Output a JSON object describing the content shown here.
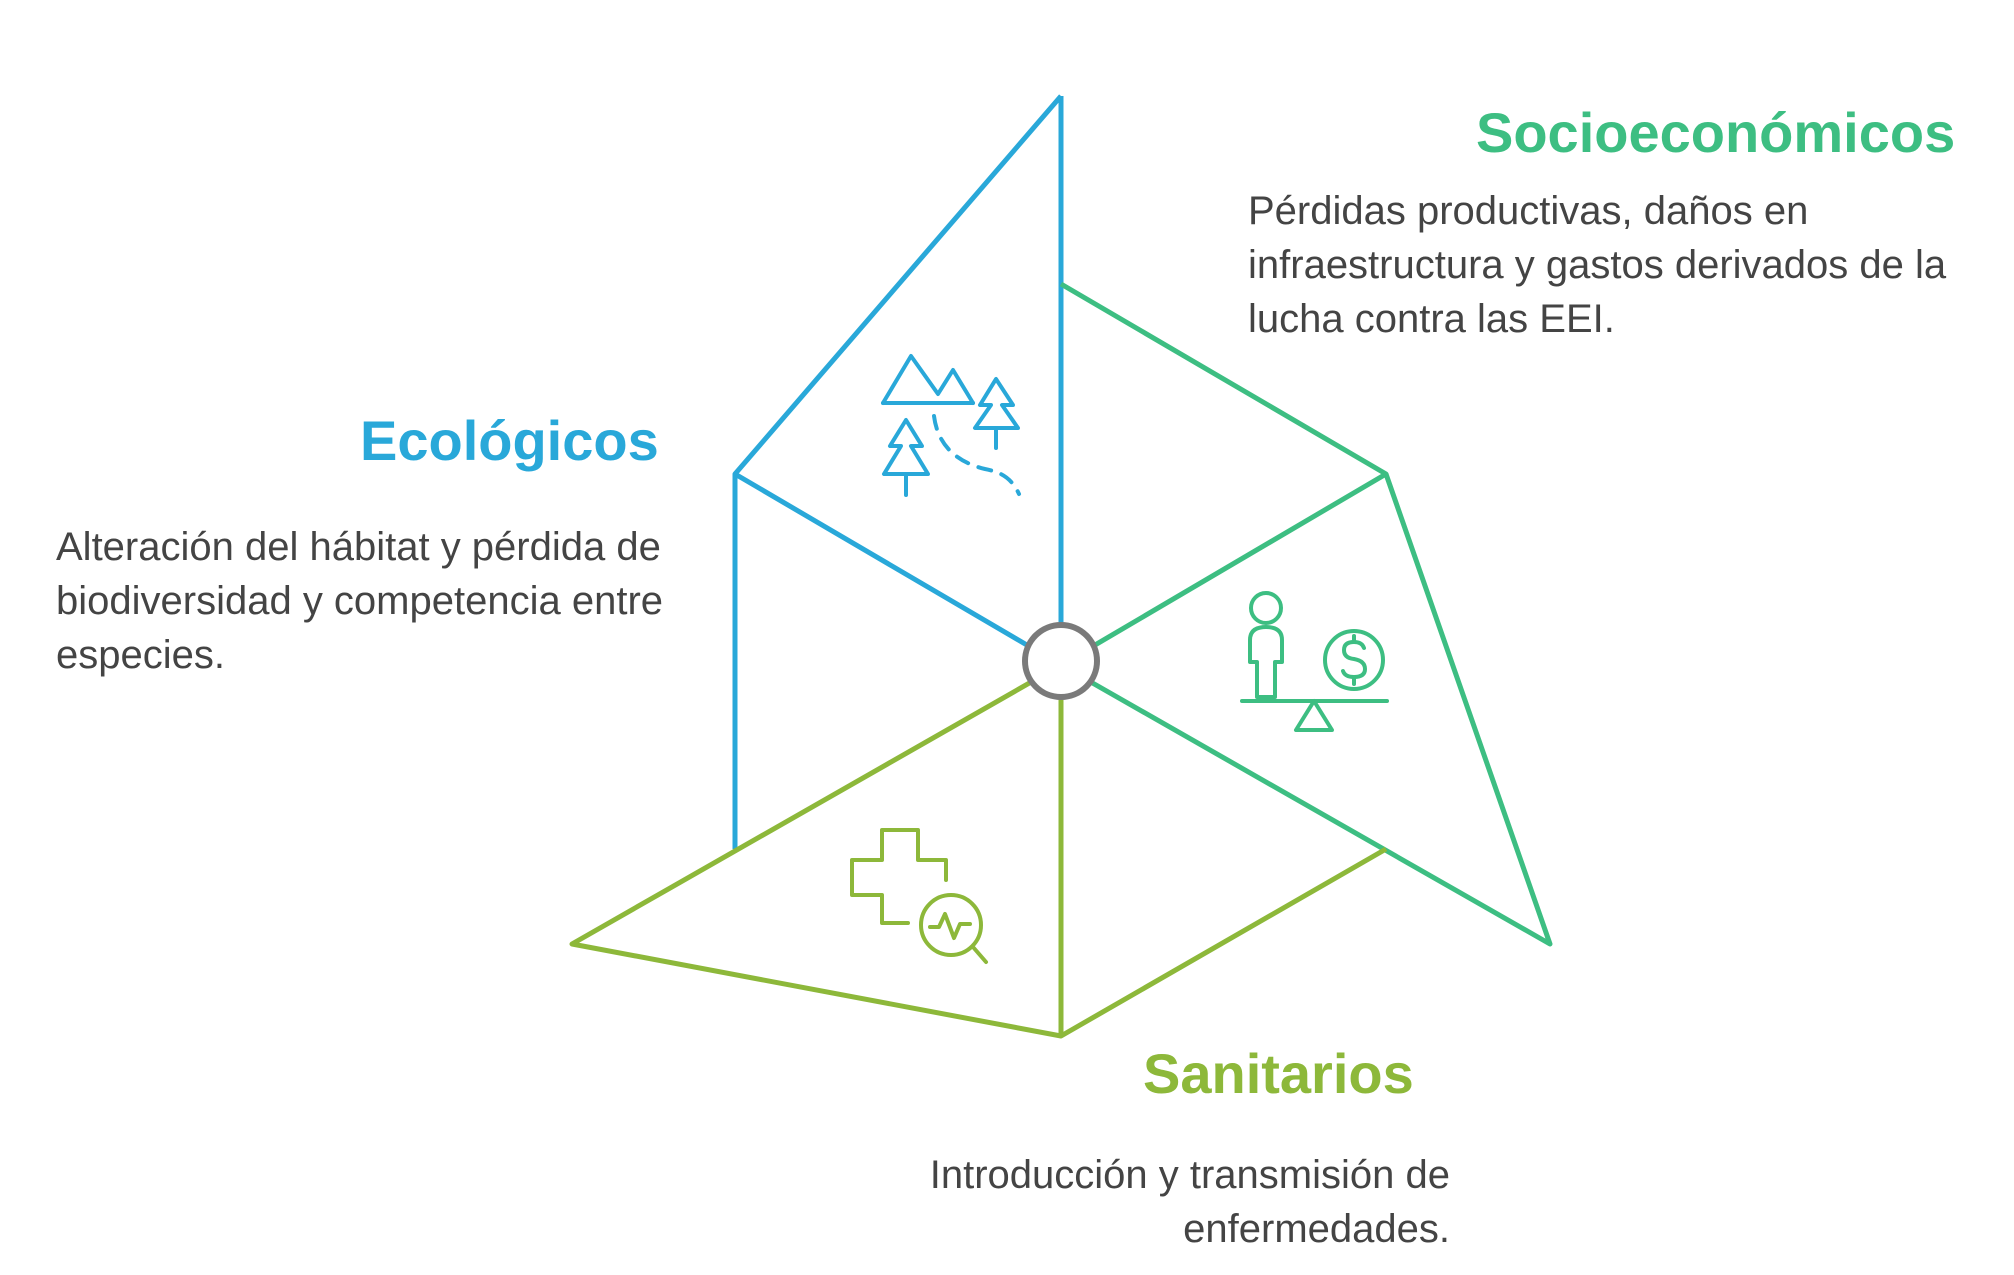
{
  "colors": {
    "ecologicos": "#29A8D9",
    "socioeconomicos": "#3DBE82",
    "sanitarios": "#8DB83A",
    "hub": "#7A7A7A"
  },
  "categories": [
    {
      "key": "ecologicos",
      "title": "Ecológicos",
      "description": "Alteración del hábitat y pérdida de biodiversidad y competencia entre especies.",
      "icon": "landscape-trees-icon"
    },
    {
      "key": "socioeconomicos",
      "title": "Socioeconómicos",
      "description": "Pérdidas productivas, daños en infraestructura y gastos derivados de la lucha contra las EEI.",
      "icon": "person-money-balance-icon"
    },
    {
      "key": "sanitarios",
      "title": "Sanitarios",
      "description": "Introducción y transmisión de enfermedades.",
      "icon": "health-cross-magnifier-icon"
    }
  ]
}
